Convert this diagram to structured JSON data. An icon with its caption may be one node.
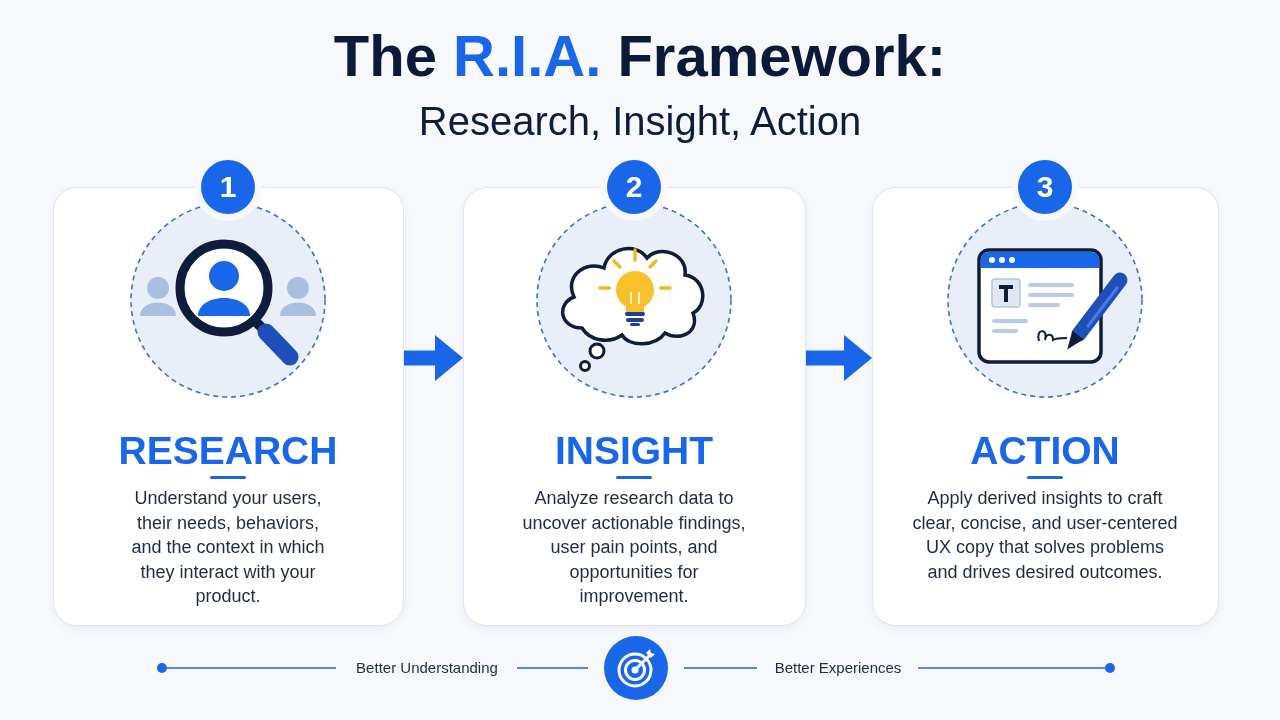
{
  "diagram": {
    "title": "The R.I.A. Framework:",
    "nodes": [
      {
        "text": [
          "1",
          "RESEARCH",
          "Understand your users, their needs, behaviors, and the context in which they interact with your product."
        ]
      },
      {
        "text": [
          "2",
          "INSIGHT",
          "Analyze research data to uncover actionable findings, user pain points, and opportunities for improvement."
        ]
      },
      {
        "text": [
          "3",
          "ACTION",
          "Apply derived insights to craft clear, concise, and user-centered UX copy that solves problems and drives desired outcomes."
        ]
      }
    ],
    "edges": [
      {
        "from": 0,
        "to": 1,
        "arrow": "to"
      },
      {
        "from": 1,
        "to": 2,
        "arrow": "to"
      }
    ],
    "labels": [
      "Research, Insight, Action",
      "Better Understanding",
      "Better Experiences"
    ]
  }
}
